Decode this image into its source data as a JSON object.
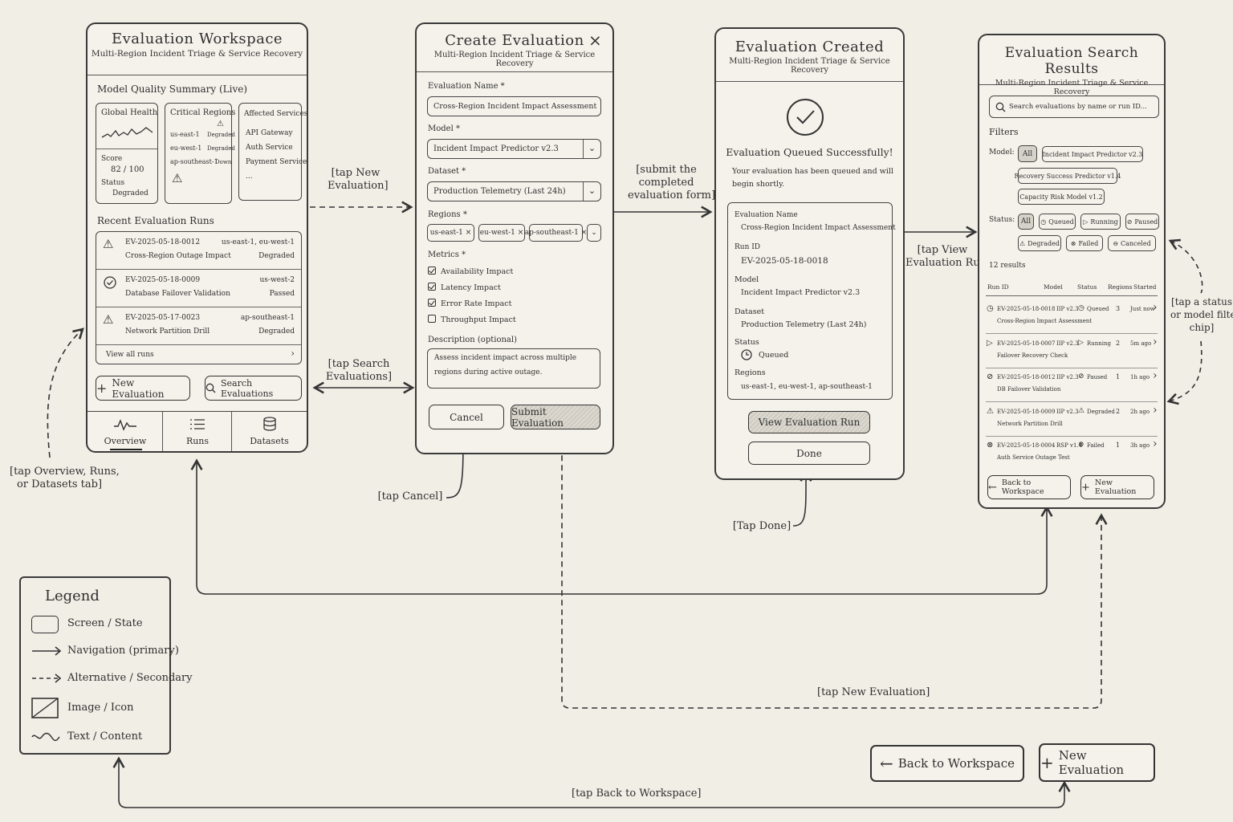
{
  "screens": {
    "workspace": {
      "title": "Evaluation Workspace",
      "subtitle": "Multi-Region Incident Triage & Service Recovery",
      "summary_heading": "Model Quality Summary (Live)",
      "global_health": {
        "title": "Global Health",
        "score_label": "Score",
        "score": "82 / 100",
        "status_label": "Status",
        "status": "Degraded"
      },
      "critical_regions": {
        "title": "Critical Regions",
        "rows": [
          [
            "us-east-1",
            "Degraded"
          ],
          [
            "eu-west-1",
            "Degraded"
          ],
          [
            "ap-southeast-1",
            "Down"
          ]
        ]
      },
      "affected_services": {
        "title": "Affected Services",
        "items": [
          "API Gateway",
          "Auth Service",
          "Payment Service",
          "..."
        ]
      },
      "recent_heading": "Recent Evaluation Runs",
      "runs": [
        {
          "id": "EV-2025-05-18-0012",
          "name": "Cross-Region Outage Impact",
          "regions": "us-east-1, eu-west-1",
          "status": "Degraded",
          "icon": "warning-icon"
        },
        {
          "id": "EV-2025-05-18-0009",
          "name": "Database Failover Validation",
          "regions": "us-west-2",
          "status": "Passed",
          "icon": "check-circle-icon"
        },
        {
          "id": "EV-2025-05-17-0023",
          "name": "Network Partition Drill",
          "regions": "ap-southeast-1",
          "status": "Degraded",
          "icon": "warning-icon"
        }
      ],
      "view_all": "View all runs",
      "new_eval_btn": "New Evaluation",
      "search_btn": "Search Evaluations",
      "tabs": [
        "Overview",
        "Runs",
        "Datasets"
      ]
    },
    "create": {
      "title": "Create Evaluation",
      "subtitle": "Multi-Region Incident Triage & Service Recovery",
      "name_label": "Evaluation Name *",
      "name_value": "Cross-Region Incident Impact Assessment",
      "model_label": "Model *",
      "model_value": "Incident Impact Predictor v2.3",
      "dataset_label": "Dataset *",
      "dataset_value": "Production Telemetry (Last 24h)",
      "regions_label": "Regions *",
      "regions": [
        "us-east-1 ×",
        "eu-west-1 ×",
        "ap-southeast-1 ×"
      ],
      "metrics_label": "Metrics *",
      "metrics": [
        {
          "label": "Availability Impact",
          "checked": true
        },
        {
          "label": "Latency Impact",
          "checked": true
        },
        {
          "label": "Error Rate Impact",
          "checked": true
        },
        {
          "label": "Throughput Impact",
          "checked": false
        }
      ],
      "desc_label": "Description (optional)",
      "desc_line1": "Assess incident impact across multiple",
      "desc_line2": "regions during active outage.",
      "cancel_btn": "Cancel",
      "submit_btn": "Submit Evaluation"
    },
    "created": {
      "title": "Evaluation Created",
      "subtitle": "Multi-Region Incident Triage & Service Recovery",
      "headline": "Evaluation Queued Successfully!",
      "message_line1": "Your evaluation has been queued and will",
      "message_line2": "begin shortly.",
      "fields": [
        {
          "label": "Evaluation Name",
          "value": "Cross-Region Incident Impact Assessment"
        },
        {
          "label": "Run ID",
          "value": "EV-2025-05-18-0018"
        },
        {
          "label": "Model",
          "value": "Incident Impact Predictor v2.3"
        },
        {
          "label": "Dataset",
          "value": "Production Telemetry (Last 24h)"
        },
        {
          "label": "Status",
          "value": "Queued"
        },
        {
          "label": "Regions",
          "value": "us-east-1, eu-west-1, ap-southeast-1"
        }
      ],
      "view_btn": "View Evaluation Run",
      "done_btn": "Done"
    },
    "search": {
      "title": "Evaluation Search Results",
      "subtitle": "Multi-Region Incident Triage & Service Recovery",
      "search_placeholder": "Search evaluations by name or run ID...",
      "filters_label": "Filters",
      "model_label": "Model:",
      "model_chips": [
        "All",
        "Incident Impact Predictor v2.3",
        "Recovery Success Predictor v1.4",
        "Capacity Risk Model v1.2"
      ],
      "status_label": "Status:",
      "status_chips": [
        "All",
        "Queued",
        "Running",
        "Paused",
        "Degraded",
        "Failed",
        "Canceled"
      ],
      "result_count": "12 results",
      "columns": [
        "Run ID",
        "Model",
        "Status",
        "Regions",
        "Started"
      ],
      "rows": [
        {
          "id": "EV-2025-05-18-0018",
          "name": "Cross-Region Impact Assessment",
          "model": "IIP v2.3",
          "status": "Queued",
          "regions": "3",
          "started": "Just now"
        },
        {
          "id": "EV-2025-05-18-0007",
          "name": "Failover Recovery Check",
          "model": "IIP v2.3",
          "status": "Running",
          "regions": "2",
          "started": "5m ago"
        },
        {
          "id": "EV-2025-05-18-0012",
          "name": "DB Failover Validation",
          "model": "IIP v2.3",
          "status": "Paused",
          "regions": "1",
          "started": "1h ago"
        },
        {
          "id": "EV-2025-05-18-0009",
          "name": "Network Partition Drill",
          "model": "IIP v2.3",
          "status": "Degraded",
          "regions": "2",
          "started": "2h ago"
        },
        {
          "id": "EV-2025-05-18-0004",
          "name": "Auth Service Outage Test",
          "model": "RSP v1.4",
          "status": "Failed",
          "regions": "1",
          "started": "3h ago"
        }
      ],
      "back_btn": "Back to Workspace",
      "new_btn": "New Evaluation"
    }
  },
  "transitions": {
    "tap_new_eval": "[tap New\nEvaluation]",
    "submit": "[submit the\ncompleted\nevaluation form]",
    "tap_view": "[tap View\nEvaluation Run]",
    "tap_search": "[tap Search\nEvaluations]",
    "tap_tabs": "[tap Overview, Runs,\nor Datasets tab]",
    "tap_cancel": "[tap Cancel]",
    "tap_done": "[Tap Done]",
    "tap_chip": "[tap a status\nor model filter\nchip]",
    "tap_new_eval_bottom": "[tap New Evaluation]",
    "tap_back": "[tap Back to Workspace]"
  },
  "legend": {
    "title": "Legend",
    "items": [
      "Screen / State",
      "Navigation (primary)",
      "Alternative / Secondary",
      "Image / Icon",
      "Text / Content"
    ]
  },
  "standalone_buttons": {
    "back": "Back to Workspace",
    "new": "New Evaluation"
  }
}
